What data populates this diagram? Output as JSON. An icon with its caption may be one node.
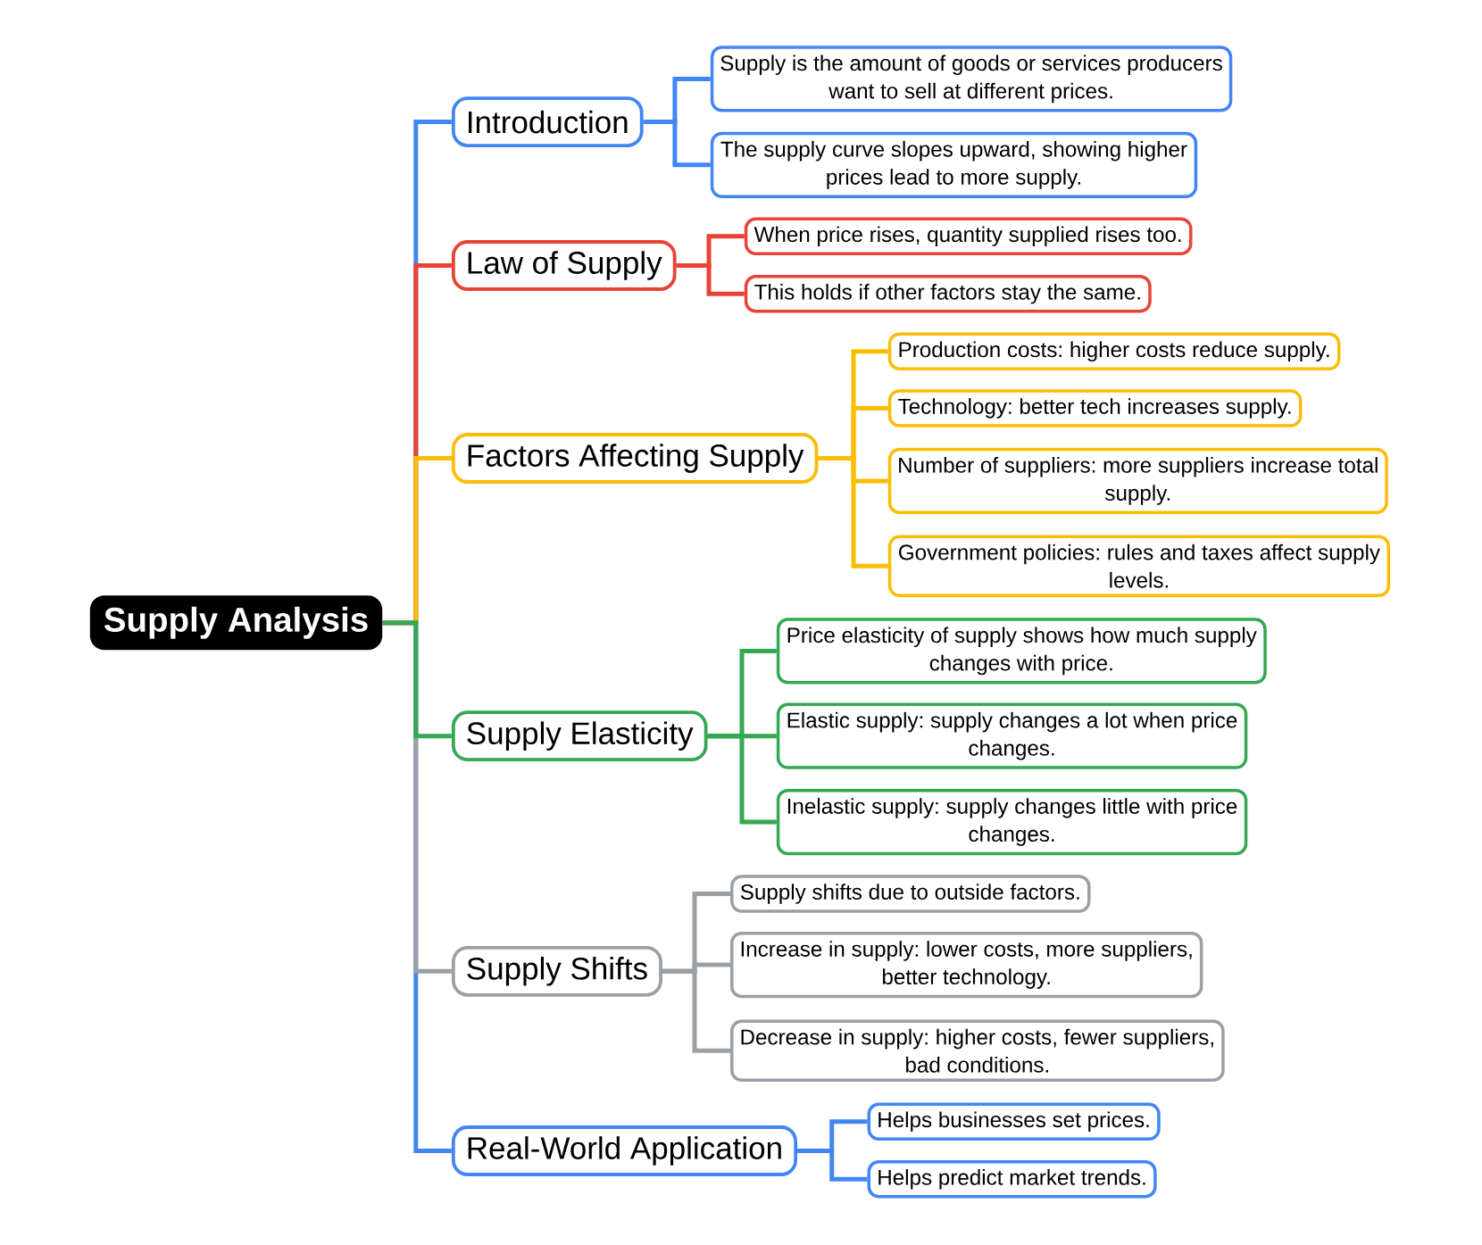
{
  "diagram": {
    "nodes": [
      {
        "text": [
          "Supply Analysis"
        ]
      },
      {
        "text": [
          "Introduction"
        ]
      },
      {
        "text": [
          "Supply is the amount of goods or services producers want to sell at different prices."
        ]
      },
      {
        "text": [
          "The supply curve slopes upward, showing higher prices lead to more supply."
        ]
      },
      {
        "text": [
          "Law of Supply"
        ]
      },
      {
        "text": [
          "When price rises, quantity supplied rises too."
        ]
      },
      {
        "text": [
          "This holds if other factors stay the same."
        ]
      },
      {
        "text": [
          "Factors Affecting Supply"
        ]
      },
      {
        "text": [
          "Production costs: higher costs reduce supply."
        ]
      },
      {
        "text": [
          "Technology: better tech increases supply."
        ]
      },
      {
        "text": [
          "Number of suppliers: more suppliers increase total supply."
        ]
      },
      {
        "text": [
          "Government policies: rules and taxes affect supply levels."
        ]
      },
      {
        "text": [
          "Supply Elasticity"
        ]
      },
      {
        "text": [
          "Price elasticity of supply shows how much supply changes with price."
        ]
      },
      {
        "text": [
          "Elastic supply: supply changes a lot when price changes."
        ]
      },
      {
        "text": [
          "Inelastic supply: supply changes little with price changes."
        ]
      },
      {
        "text": [
          "Supply Shifts"
        ]
      },
      {
        "text": [
          "Supply shifts due to outside factors."
        ]
      },
      {
        "text": [
          "Increase in supply: lower costs, more suppliers, better technology."
        ]
      },
      {
        "text": [
          "Decrease in supply: higher costs, fewer suppliers, bad conditions."
        ]
      },
      {
        "text": [
          "Real-World Application"
        ]
      },
      {
        "text": [
          "Helps businesses set prices."
        ]
      },
      {
        "text": [
          "Helps predict market trends."
        ]
      }
    ],
    "edges": [
      {
        "from": 0,
        "to": 1,
        "arrow": "none"
      },
      {
        "from": 1,
        "to": 2,
        "arrow": "none"
      },
      {
        "from": 1,
        "to": 3,
        "arrow": "none"
      },
      {
        "from": 0,
        "to": 4,
        "arrow": "none",
        "color": "#ea4335"
      },
      {
        "from": 4,
        "to": 5,
        "arrow": "none",
        "color": "#ea4335"
      },
      {
        "from": 4,
        "to": 6,
        "arrow": "none",
        "color": "#ea4335"
      },
      {
        "from": 0,
        "to": 7,
        "arrow": "none",
        "color": "#fbbc04"
      },
      {
        "from": 7,
        "to": 8,
        "arrow": "none",
        "color": "#fbbc04"
      },
      {
        "from": 7,
        "to": 9,
        "arrow": "none",
        "color": "#fbbc04"
      },
      {
        "from": 7,
        "to": 10,
        "arrow": "none",
        "color": "#fbbc04"
      },
      {
        "from": 7,
        "to": 11,
        "arrow": "none",
        "color": "#fbbc04"
      },
      {
        "from": 0,
        "to": 12,
        "arrow": "none",
        "color": "#34a853"
      },
      {
        "from": 12,
        "to": 13,
        "arrow": "none",
        "color": "#34a853"
      },
      {
        "from": 12,
        "to": 14,
        "arrow": "none",
        "color": "#34a853"
      },
      {
        "from": 12,
        "to": 15,
        "arrow": "none",
        "color": "#34a853"
      },
      {
        "from": 0,
        "to": 16,
        "arrow": "none",
        "color": "#9aa0a6"
      },
      {
        "from": 16,
        "to": 17,
        "arrow": "none",
        "color": "#9aa0a6"
      },
      {
        "from": 16,
        "to": 18,
        "arrow": "none",
        "color": "#9aa0a6"
      },
      {
        "from": 16,
        "to": 19,
        "arrow": "none",
        "color": "#9aa0a6"
      },
      {
        "from": 0,
        "to": 20,
        "arrow": "none"
      },
      {
        "from": 20,
        "to": 21,
        "arrow": "none"
      },
      {
        "from": 20,
        "to": 22,
        "arrow": "none"
      }
    ]
  }
}
